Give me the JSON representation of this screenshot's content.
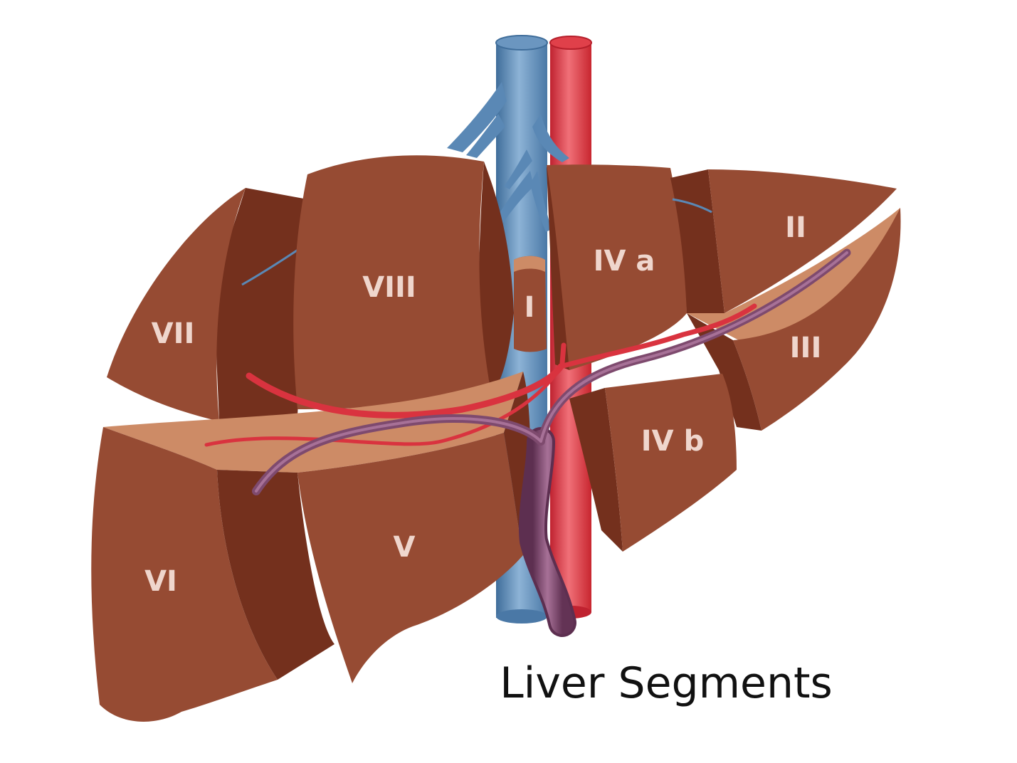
{
  "title": "Liver Segments",
  "segments": {
    "s1": "I",
    "s2": "II",
    "s3": "III",
    "s4a": "IV a",
    "s4b": "IV b",
    "s5": "V",
    "s6": "VI",
    "s7": "VII",
    "s8": "VIII"
  },
  "colors": {
    "lobe_face": "#964b33",
    "lobe_side": "#74301d",
    "cut_surface": "#cd8b66",
    "vena_cava": "#5a88b5",
    "aorta": "#d9333f",
    "portal_vein": "#7e4a6e",
    "label": "#efd6cd"
  }
}
